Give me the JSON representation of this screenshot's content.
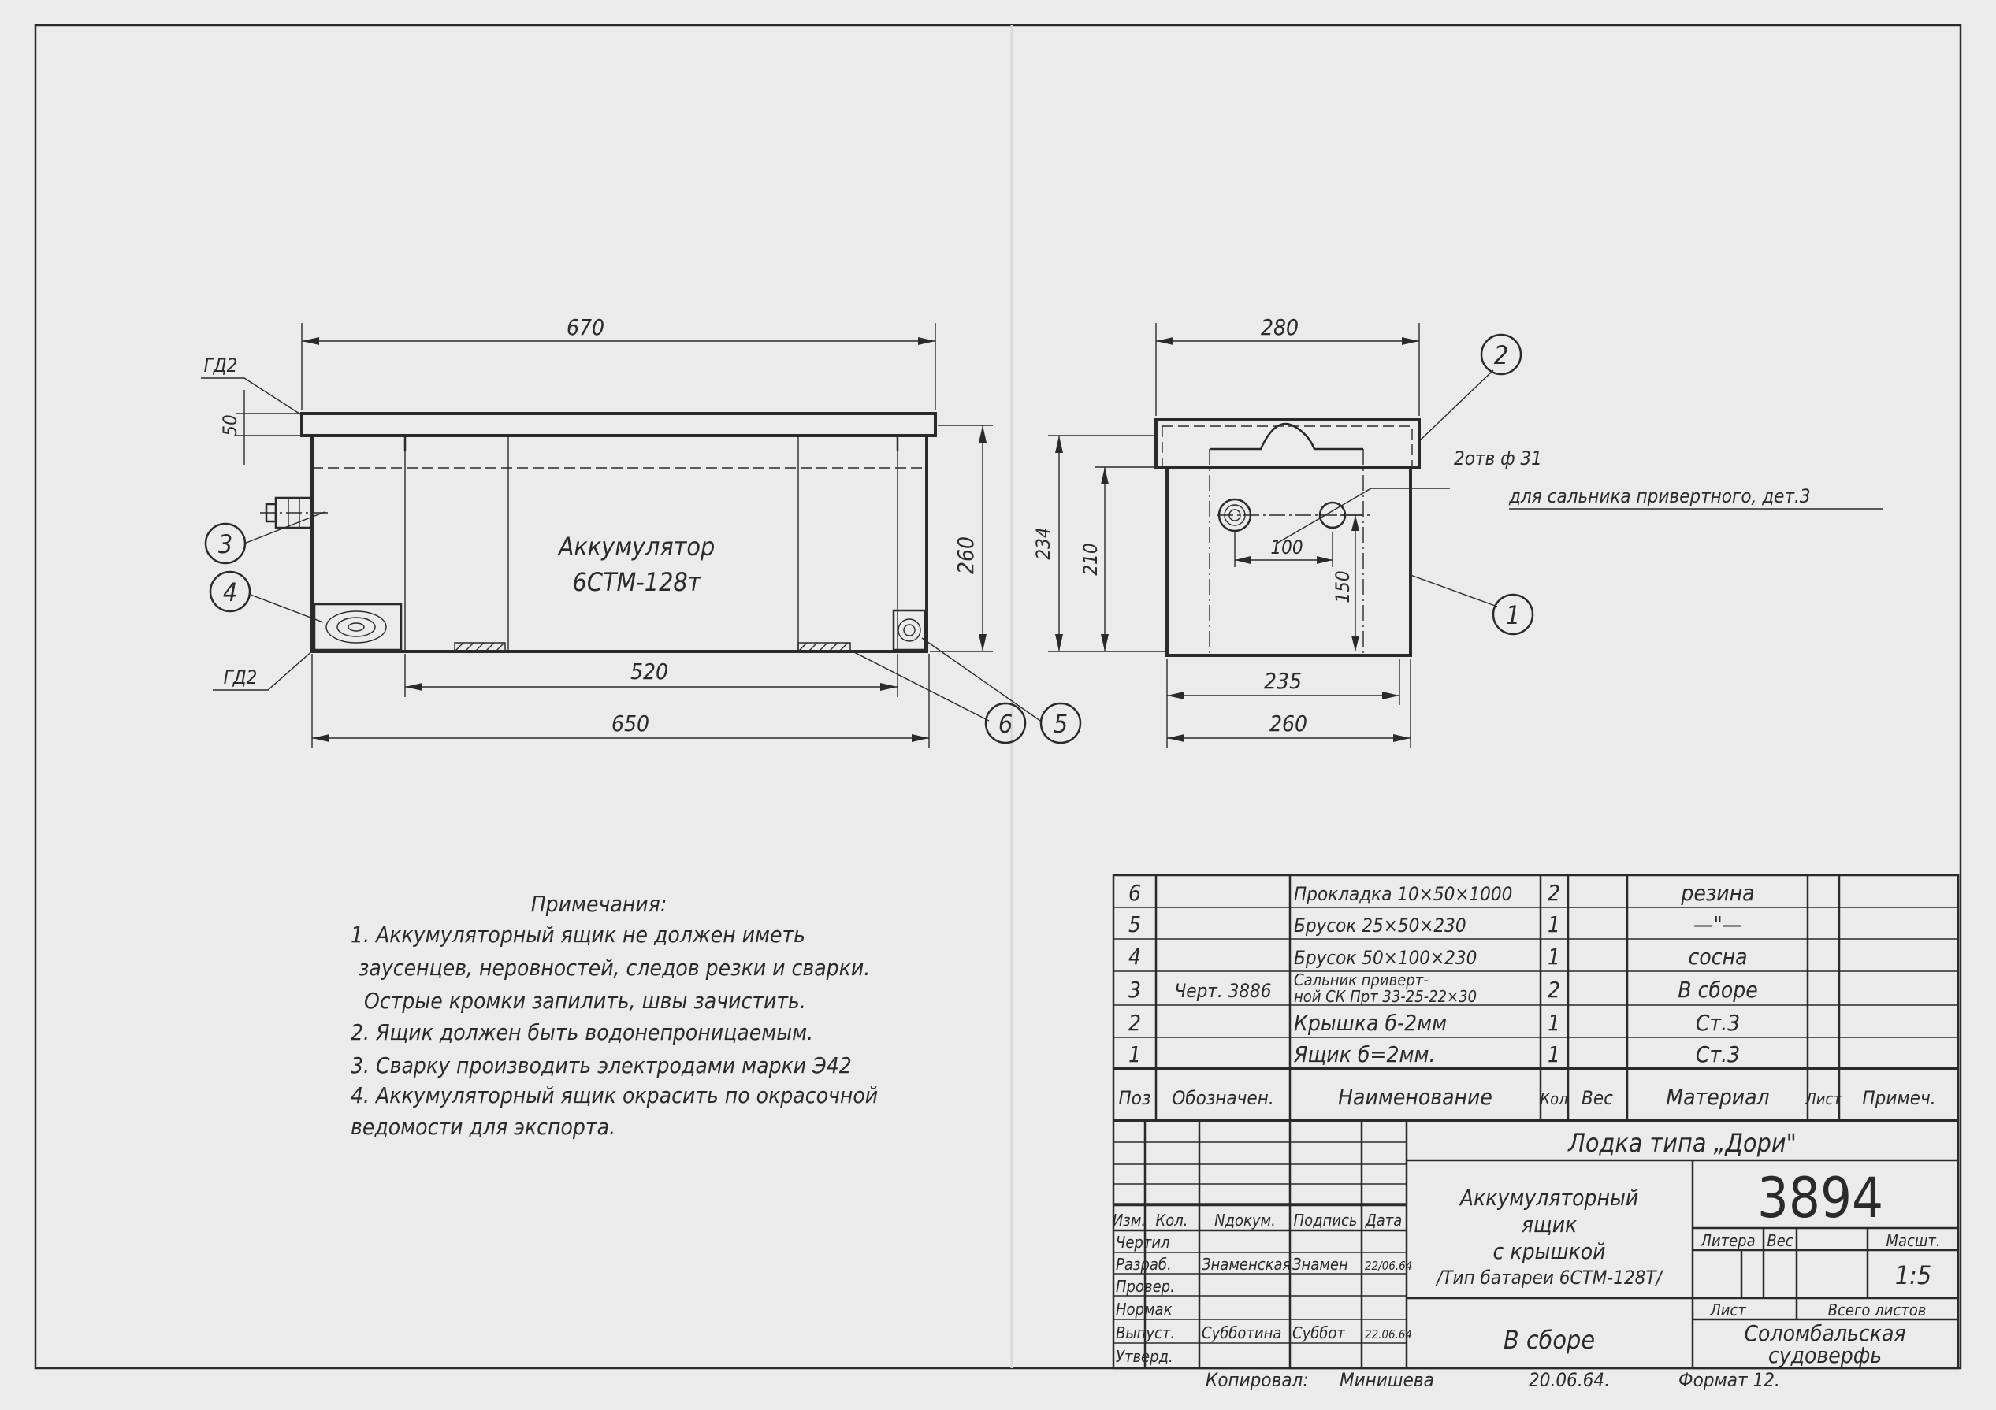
{
  "drawing": {
    "front_view": {
      "label_line1": "Аккумулятор",
      "label_line2": "6СТМ-128т",
      "dims": {
        "overall_top": "670",
        "lid_height": "50",
        "height": "260",
        "inner_width": "520",
        "bottom_width": "650"
      },
      "weld_marks": [
        "ГД2",
        "ГД2"
      ]
    },
    "side_view": {
      "dims": {
        "top": "280",
        "h1": "234",
        "h2": "210",
        "hole_spacing": "100",
        "hole_height": "150",
        "inner_width": "235",
        "width": "260"
      },
      "hole_note_1": "2отв ф 31",
      "hole_note_2": "для сальника привертного, дет.3"
    },
    "callouts": [
      "1",
      "2",
      "3",
      "4",
      "5",
      "6"
    ],
    "colors": {
      "paper": "#ebebeb",
      "ink": "#2a2a2a"
    }
  },
  "notes": {
    "title": "Примечания:",
    "lines": [
      "1. Аккумуляторный ящик не должен иметь",
      "заусенцев, неровностей, следов резки и сварки.",
      "Острые кромки запилить, швы зачистить.",
      "2. Ящик должен быть водонепроницаемым.",
      "3. Сварку производить электродами марки Э42",
      "4. Аккумуляторный ящик окрасить по окрасочной",
      "ведомости для экспорта."
    ]
  },
  "parts_table": {
    "headers": [
      "Поз",
      "Обозначен.",
      "Наименование",
      "Кол",
      "Вес",
      "Материал",
      "Лист",
      "Примеч."
    ],
    "rows": [
      {
        "pos": "6",
        "designation": "",
        "name": "Прокладка 10×50×1000",
        "qty": "2",
        "material": "резина"
      },
      {
        "pos": "5",
        "designation": "",
        "name": "Брусок 25×50×230",
        "qty": "1",
        "material": "—\"—"
      },
      {
        "pos": "4",
        "designation": "",
        "name": "Брусок 50×100×230",
        "qty": "1",
        "material": "сосна"
      },
      {
        "pos": "3",
        "designation": "Черт. 3886",
        "name": "Сальник приверт-",
        "name2": "ной СК Прт 33-25-22×30",
        "qty": "2",
        "material": "В сборе"
      },
      {
        "pos": "2",
        "designation": "",
        "name": "Крышка б-2мм",
        "qty": "1",
        "material": "Ст.3"
      },
      {
        "pos": "1",
        "designation": "",
        "name": "Ящик б=2мм.",
        "qty": "1",
        "material": "Ст.3"
      }
    ]
  },
  "title_block": {
    "project": "Лодка типа „Дори\"",
    "drawing_number": "3894",
    "title_lines": [
      "Аккумуляторный",
      "ящик",
      "с крышкой",
      "/Тип батареи 6СТМ-128Т/"
    ],
    "assembly": "В сборе",
    "labels": {
      "izm": "Изм.",
      "kol": "Кол.",
      "ndok": "Nдокум.",
      "podpis": "Подпись",
      "data": "Дата",
      "litera": "Литера",
      "ves": "Вес",
      "masht": "Масшт.",
      "list": "Лист",
      "vsego": "Всего листов"
    },
    "scale": "1:5",
    "roles": [
      "Чертил",
      "Разраб.",
      "Провер.",
      "Нормак",
      "Выпуст.",
      "Утверд."
    ],
    "razrab_name": "Знаменская",
    "razrab_sign": "Знамен",
    "razrab_date": "22/06.64",
    "vypusk_name": "Субботина",
    "vypusk_sign": "Суббот",
    "vypusk_date": "22.06.64",
    "organization_line1": "Соломбальская",
    "organization_line2": "судоверфь",
    "copied_label": "Копировал:",
    "copied_sign": "Минишева",
    "copied_date": "20.06.64.",
    "format": "Формат 12."
  }
}
